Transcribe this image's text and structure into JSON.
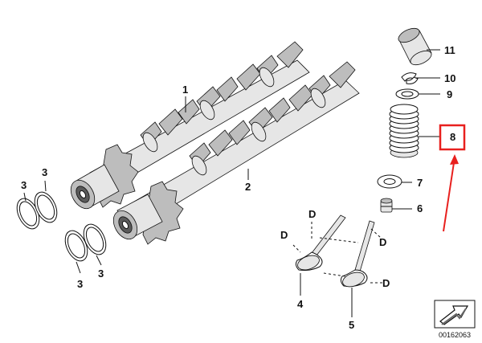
{
  "callouts": {
    "p1": "1",
    "p2": "2",
    "p3a": "3",
    "p3b": "3",
    "p3c": "3",
    "p3d": "3",
    "p4": "4",
    "p5": "5",
    "p6": "6",
    "p7": "7",
    "p8": "8",
    "p9": "9",
    "p10": "10",
    "p11": "11",
    "d1": "D",
    "d2": "D",
    "d3": "D",
    "d4": "D"
  },
  "drawing_number": "00162063",
  "colors": {
    "highlight": "#e8201e",
    "line": "#111111"
  }
}
